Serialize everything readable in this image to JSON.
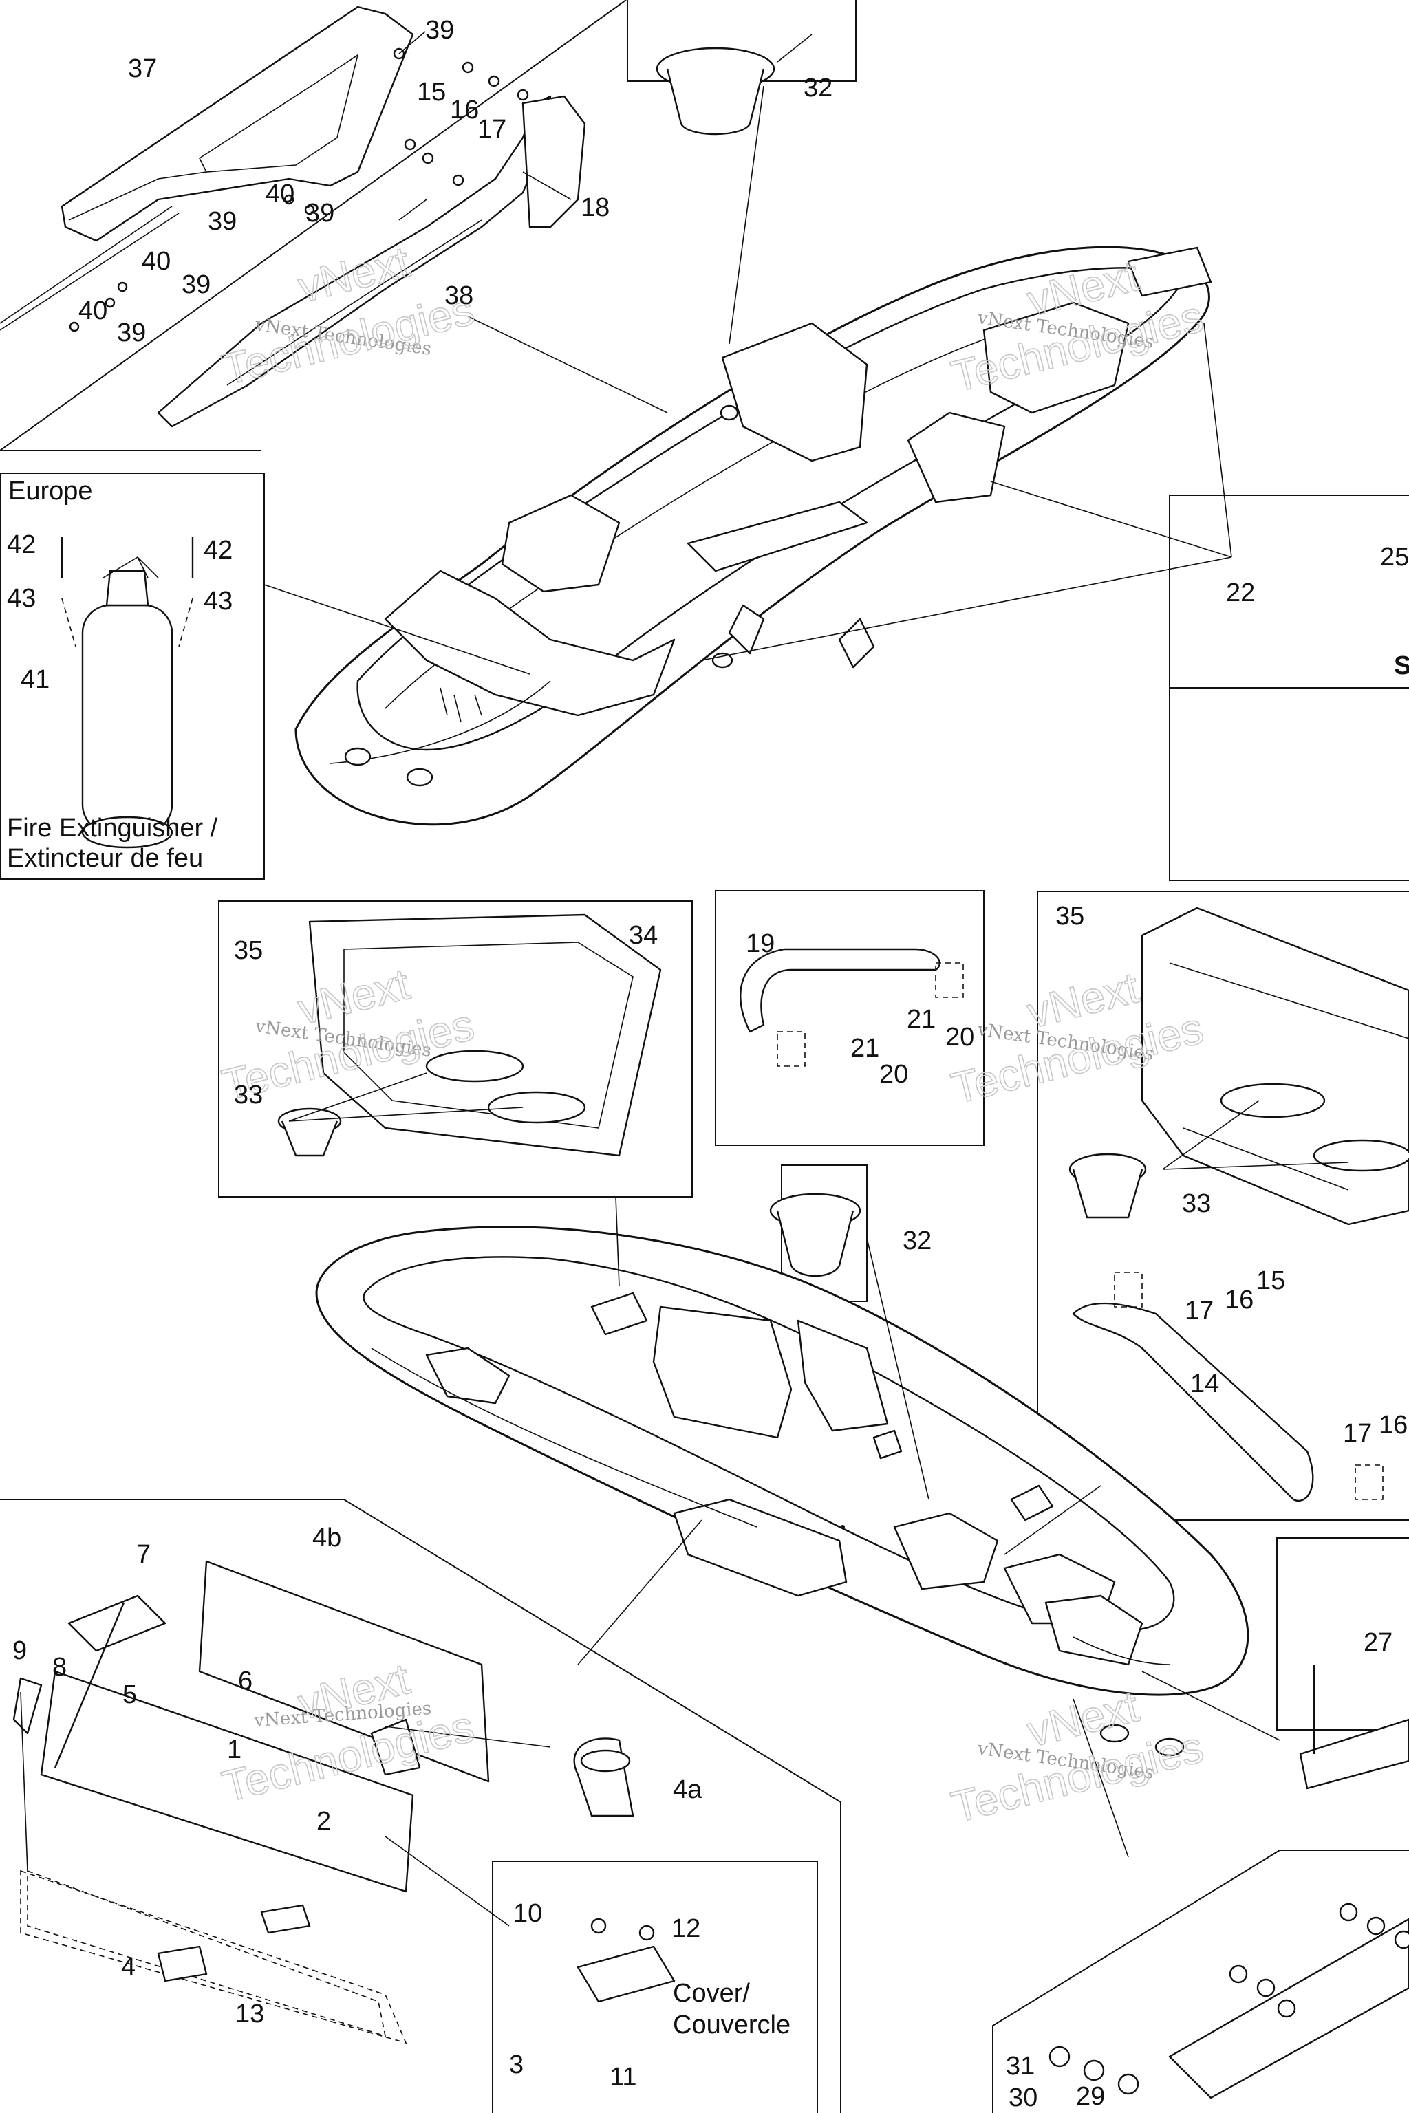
{
  "labels": {
    "p37": "37",
    "p39a": "39",
    "p15": "15",
    "p16a": "16",
    "p17a": "17",
    "p18": "18",
    "p40a": "40",
    "p39b": "39",
    "p39c": "39",
    "p40b": "40",
    "p39d": "39",
    "p40c": "40",
    "p39e": "39",
    "p38": "38",
    "p32a": "32",
    "p22": "22",
    "p25": "25",
    "p42a": "42",
    "p42b": "42",
    "p43a": "43",
    "p43b": "43",
    "p41": "41",
    "p35a": "35",
    "p34": "34",
    "p33a": "33",
    "p19": "19",
    "p21a": "21",
    "p20a": "20",
    "p21b": "21",
    "p20b": "20",
    "p35b": "35",
    "p33b": "33",
    "p32b": "32",
    "p15b": "15",
    "p16b": "16",
    "p17b": "17",
    "p14": "14",
    "p17c": "17",
    "p16c": "16",
    "p7": "7",
    "p4b": "4b",
    "p9": "9",
    "p8": "8",
    "p6": "6",
    "p5": "5",
    "p1": "1",
    "p4a": "4a",
    "p2": "2",
    "p10": "10",
    "p12": "12",
    "p4": "4",
    "p13": "13",
    "p3": "3",
    "p11": "11",
    "p27": "27",
    "p31": "31",
    "p30": "30",
    "p29": "29"
  },
  "captions": {
    "europe": "Europe",
    "fire_line1": "Fire Extinguisher /",
    "fire_line2": "Extincteur de feu",
    "cover_line1": "Cover/",
    "cover_line2": "Couvercle",
    "cut_s": "S"
  },
  "watermark": {
    "line1": "vNext Technologies",
    "big_line1": "vNext",
    "big_line2": "Technologies"
  }
}
